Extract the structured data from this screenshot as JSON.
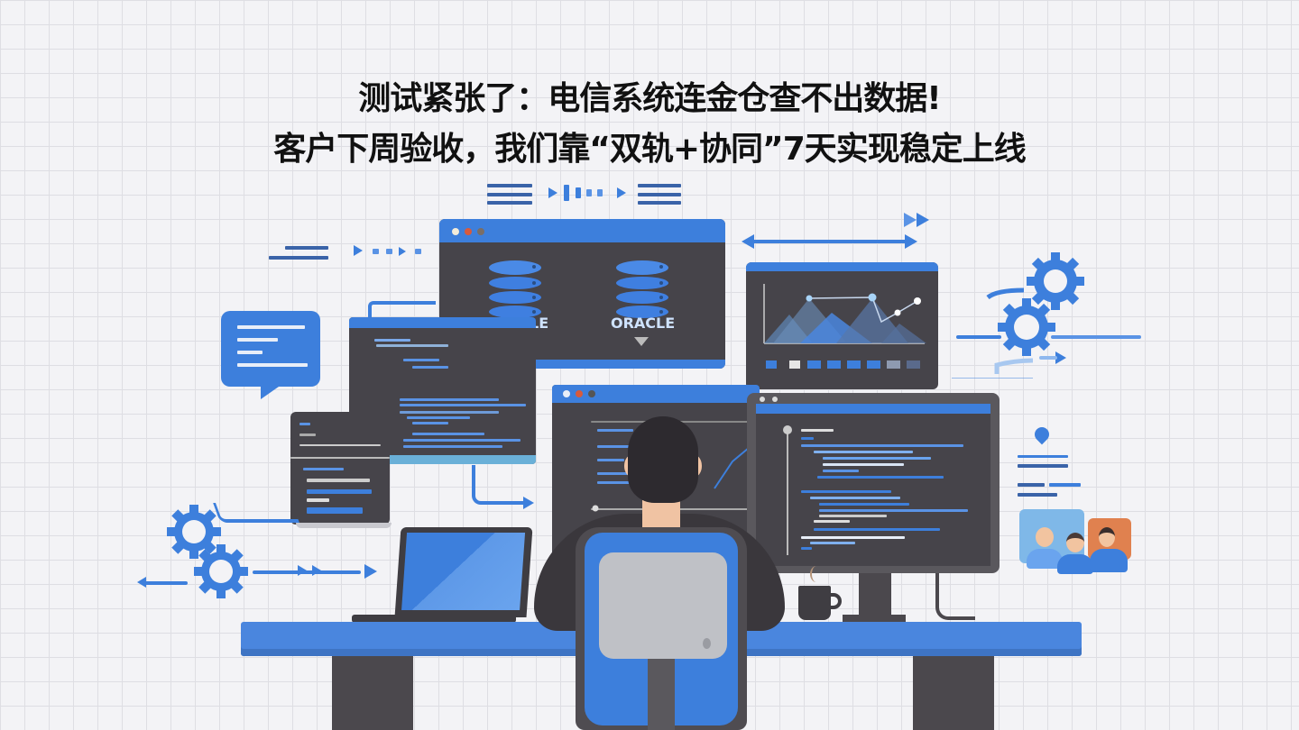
{
  "headline": {
    "line1": "测试紧张了：电信系统连金仓查不出数据!",
    "line2": "客户下周验收，我们靠“双轨+协同”7天实现稳定上线"
  },
  "illustration": {
    "database_window": {
      "db_labels": [
        "ORACLE",
        "ORACLE"
      ]
    },
    "colors": {
      "background": "#f3f3f6",
      "grid": "#dedee3",
      "accent_blue": "#3d7fdc",
      "panel_dark": "#46444a",
      "title_text": "#111111",
      "orange": "#e0814f"
    },
    "icons": [
      "database-icon",
      "gear-icon",
      "chart-icon",
      "chat-bubble-icon",
      "laptop-icon",
      "coffee-mug-icon",
      "team-avatars-icon",
      "arrow-icon",
      "location-pin-icon"
    ]
  }
}
